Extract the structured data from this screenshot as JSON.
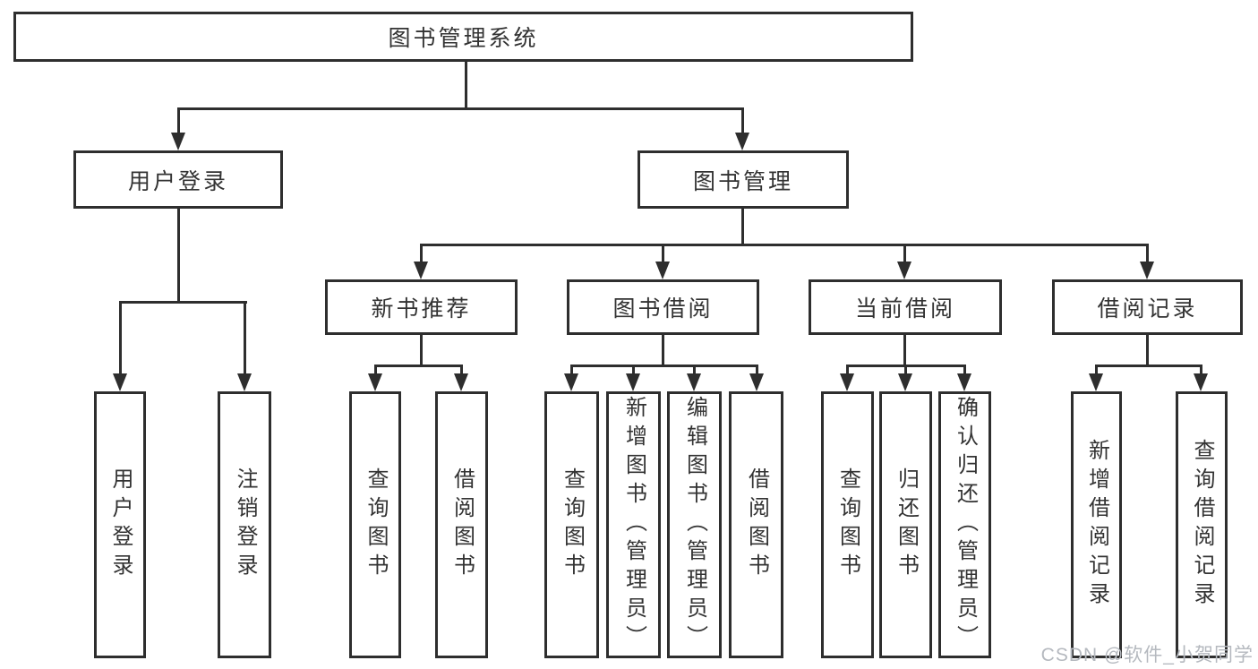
{
  "diagram_title": "图书管理系统",
  "tree": {
    "label": "图书管理系统",
    "children": [
      {
        "label": "用户登录",
        "children": [
          {
            "label": "用户登录"
          },
          {
            "label": "注销登录"
          }
        ]
      },
      {
        "label": "图书管理",
        "children": [
          {
            "label": "新书推荐",
            "children": [
              {
                "label": "查询图书"
              },
              {
                "label": "借阅图书"
              }
            ]
          },
          {
            "label": "图书借阅",
            "children": [
              {
                "label": "查询图书"
              },
              {
                "label": "新增图书（管理员）"
              },
              {
                "label": "编辑图书（管理员）"
              },
              {
                "label": "借阅图书"
              }
            ]
          },
          {
            "label": "当前借阅",
            "children": [
              {
                "label": "查询图书"
              },
              {
                "label": "归还图书"
              },
              {
                "label": "确认归还（管理员）"
              }
            ]
          },
          {
            "label": "借阅记录",
            "children": [
              {
                "label": "新增借阅记录"
              },
              {
                "label": "查询借阅记录"
              }
            ]
          }
        ]
      }
    ]
  },
  "watermark": {
    "text": "CSDN @软件_小贺同学"
  },
  "colors": {
    "line": "#2e2e2e",
    "text": "#333333",
    "watermark": "#b5b9bf",
    "background": "#ffffff"
  }
}
